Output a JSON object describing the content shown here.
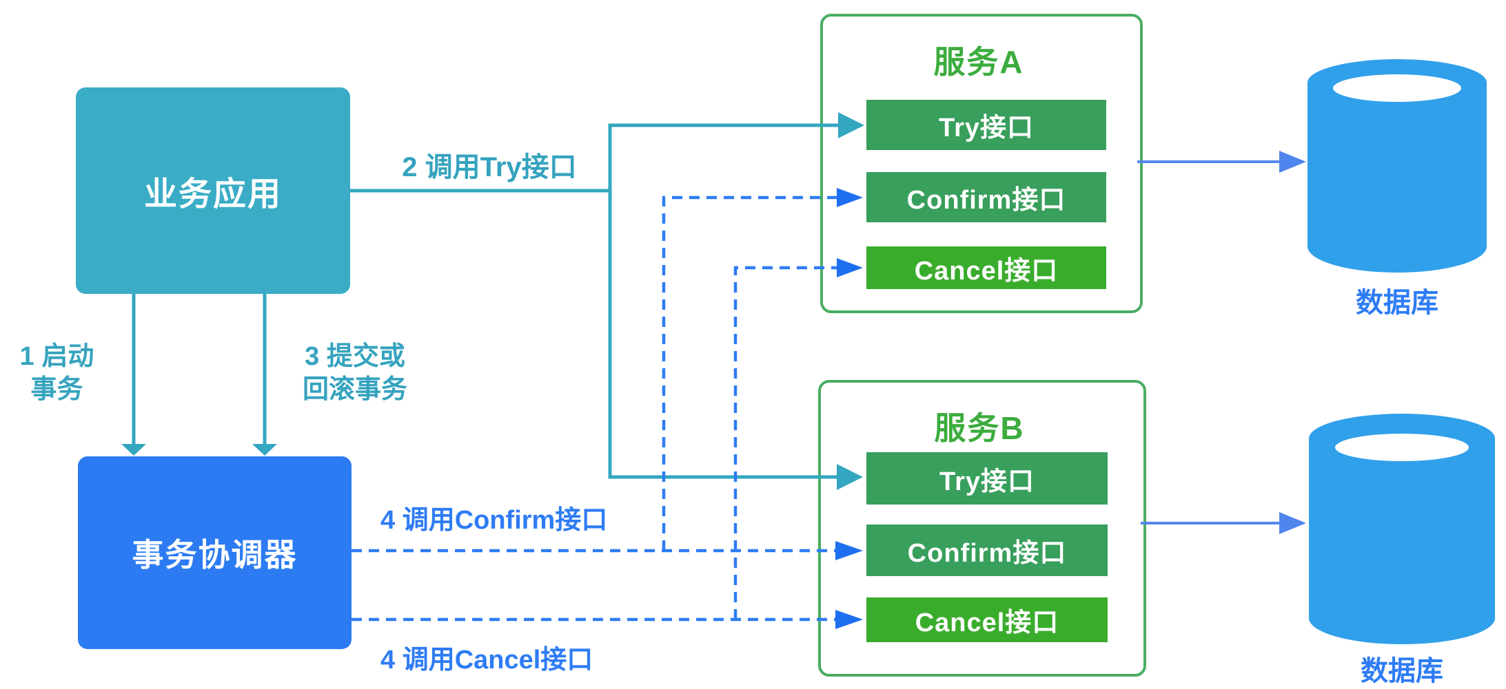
{
  "colors": {
    "teal_node": "#3AACC6",
    "teal_line": "#33A7C0",
    "blue_node": "#2C7BF2",
    "blue_line": "#2E7CF4",
    "green_border": "#4AAD62",
    "green_title": "#3CAC3E",
    "green_bar": "#389F5C",
    "green_bar_bright": "#3AAC2C",
    "db_fill": "#31A0EA",
    "db_arrow": "#5588EE",
    "background": "#FFFFFF"
  },
  "nodes": {
    "business_app": {
      "label": "业务应用"
    },
    "coordinator": {
      "label": "事务协调器"
    },
    "service_a": {
      "title": "服务A",
      "interfaces": [
        {
          "label": "Try接口"
        },
        {
          "label": "Confirm接口"
        },
        {
          "label": "Cancel接口"
        }
      ]
    },
    "service_b": {
      "title": "服务B",
      "interfaces": [
        {
          "label": "Try接口"
        },
        {
          "label": "Confirm接口"
        },
        {
          "label": "Cancel接口"
        }
      ]
    },
    "database_a": {
      "label": "数据库"
    },
    "database_b": {
      "label": "数据库"
    }
  },
  "edges": {
    "start_transaction": {
      "label_line1": "1 启动",
      "label_line2": "事务"
    },
    "call_try": {
      "label": "2 调用Try接口"
    },
    "commit_or_rollback": {
      "label_line1": "3 提交或",
      "label_line2": "回滚事务"
    },
    "call_confirm": {
      "label": "4 调用Confirm接口"
    },
    "call_cancel": {
      "label": "4 调用Cancel接口"
    }
  }
}
